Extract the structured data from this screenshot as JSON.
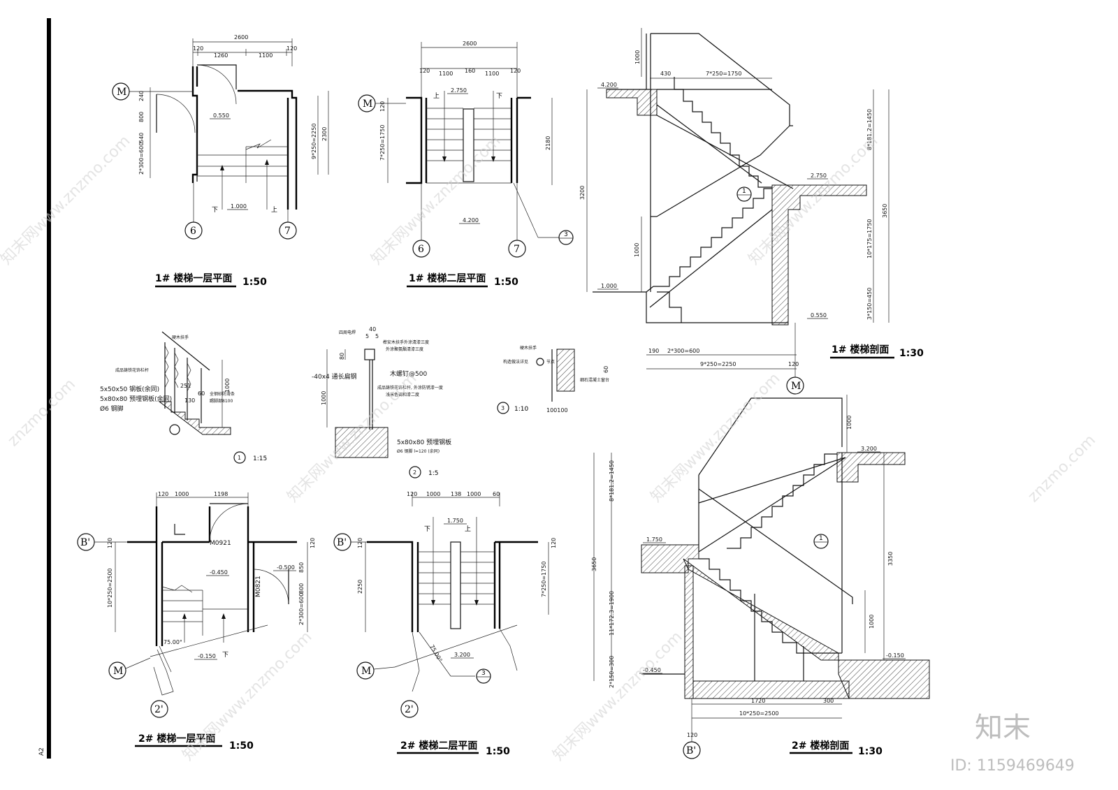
{
  "sheet_code": "A2",
  "titles": {
    "s1_plan1": "1# 楼梯一层平面",
    "s1_plan1_scale": "1:50",
    "s1_plan2": "1# 楼梯二层平面",
    "s1_plan2_scale": "1:50",
    "s1_section": "1# 楼梯剖面",
    "s1_section_scale": "1:30",
    "s2_plan1": "2# 楼梯一层平面",
    "s2_plan1_scale": "1:50",
    "s2_plan2": "2# 楼梯二层平面",
    "s2_plan2_scale": "1:50",
    "s2_section": "2# 楼梯剖面",
    "s2_section_scale": "1:30"
  },
  "details": {
    "d1_scale": "1:15",
    "d2_scale": "1:5",
    "d3_scale": "1:10",
    "d1_num": "1",
    "d2_num": "2",
    "d3_num": "3",
    "d1_handrail": "硬木扶手",
    "d1_rail": "成品铸铁花饰栏杆",
    "d1_plate1": "5x50x50 钢板(余同)",
    "d1_plate2": "5x80x80 预埋钢板(余同)",
    "d1_bar": "Ø6 钢脚",
    "d1_mortar": "全钢砂防滑条",
    "d1_kick": "踢脚部8100",
    "d1_d251": "251",
    "d1_d60": "60",
    "d1_d130": "130",
    "d1_d1000": "1000",
    "d2_weld": "四周电焊",
    "d2_top": "榫安木扶手外涂清漆三度",
    "d2_top2": "外涂聚氨酯清漆三度",
    "d2_flat": "-40x4 通长扁钢",
    "d2_screw": "木螺钉@500",
    "d2_rail": "成品铸铁花饰栏杆, 外涂防锈漆一度",
    "d2_rail2": "浅米色调和漆二度",
    "d2_plate": "5x80x80 预埋钢板",
    "d2_bar": "Ø6 钢脚 l=120 (余同)",
    "d2_d40": "40",
    "d2_d5a": "5",
    "d2_d5b": "5",
    "d2_d80": "80",
    "d2_d1000": "1000",
    "d3_handrail": "硬木扶手",
    "d3_rail": "构造做法详见",
    "d3_nosing": "节点",
    "d3_concrete": "细石混凝土窗台",
    "d3_d60": "60",
    "d3_d100": "100100"
  },
  "s1_plan1": {
    "dims_top": [
      "2600",
      "120",
      "1260",
      "1100",
      "120"
    ],
    "dims_left": [
      "240",
      "800",
      "540",
      "2*300=600"
    ],
    "dims_right": [
      "9*250=2250",
      "2300"
    ],
    "level_mid": "0.550",
    "level_bot": "1.000",
    "down": "下",
    "up": "上",
    "axis_left": "6",
    "axis_right": "7",
    "axis_row": "M"
  },
  "s1_plan2": {
    "dims_top": [
      "2600",
      "120",
      "1100",
      "160",
      "1100",
      "120"
    ],
    "dims_left": [
      "120",
      "7*250=1750"
    ],
    "dims_right": [
      "2180"
    ],
    "level_top": "2.750",
    "level_bot": "4.200",
    "up": "上",
    "down": "下",
    "axis_left": "6",
    "axis_right": "7",
    "axis_row": "M",
    "callout": "3"
  },
  "s1_section": {
    "levels": [
      "4.200",
      "2.750",
      "1.000",
      "0.550"
    ],
    "dims_top": [
      "1000",
      "430",
      "7*250=1750"
    ],
    "dims_left": [
      "3200",
      "1000"
    ],
    "dims_right": [
      "8*181.2=1450",
      "3650",
      "10*175=1750",
      "3*150=450"
    ],
    "dims_bot": [
      "190",
      "2*300=600",
      "9*250=2250",
      "120"
    ],
    "callout": "1",
    "axis": "M"
  },
  "s2_plan1": {
    "dims_top": [
      "120",
      "1000",
      "1198"
    ],
    "dims_left": [
      "120",
      "10*250=2500"
    ],
    "dims_right": [
      "120",
      "850",
      "800",
      "2*300=600"
    ],
    "door1": "M0921",
    "door2": "M0821",
    "level_a": "-0.450",
    "level_b": "-0.500",
    "level_c": "-0.150",
    "angle": "75.00°",
    "down": "下",
    "axis_row": "B'",
    "axis_m": "M",
    "axis_col": "2'"
  },
  "s2_plan2": {
    "dims_top": [
      "120",
      "1000",
      "138",
      "1000",
      "60"
    ],
    "dims_left": [
      "120",
      "2250"
    ],
    "dims_right": [
      "120",
      "7*250=1750"
    ],
    "level_mid": "1.750",
    "level_bot": "3.200",
    "angle": "75.00°",
    "down": "下",
    "up": "上",
    "axis_row": "B'",
    "axis_m": "M",
    "axis_col": "2'",
    "callout": "3"
  },
  "s2_section": {
    "levels": [
      "3.200",
      "1.750",
      "-0.150",
      "-0.450"
    ],
    "dims_top": [
      "1000"
    ],
    "dims_left": [
      "8*181.2=1450",
      "3650",
      "11*172.3=1900",
      "2*150=300"
    ],
    "dims_right": [
      "3350",
      "1000"
    ],
    "dims_bot": [
      "1720",
      "300",
      "10*250=2500",
      "120"
    ],
    "callout": "1",
    "axis": "B'"
  },
  "watermark": {
    "site": "znzmo.com",
    "brand_cn": "知末网www.znzmo.com",
    "logo": "知末",
    "id": "ID: 1159469649"
  }
}
